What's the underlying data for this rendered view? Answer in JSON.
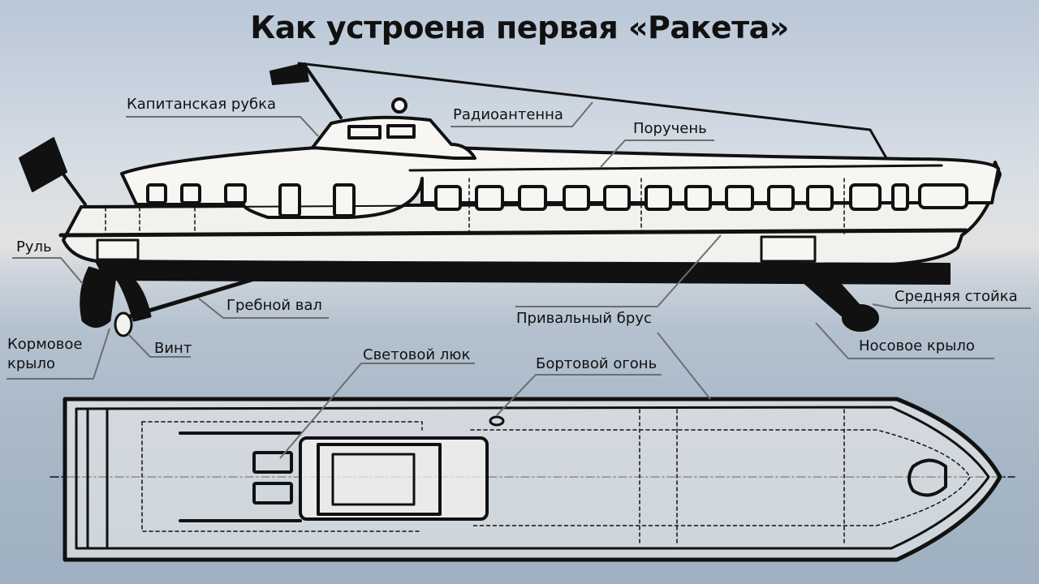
{
  "title": "Как устроена первая «Ракета»",
  "labels": {
    "wheelhouse": "Капитанская рубка",
    "antenna": "Радиоантенна",
    "handrail": "Поручень",
    "rudder": "Руль",
    "shaft": "Гребной вал",
    "rub_rail": "Привальный брус",
    "middle_strut": "Средняя стойка",
    "stern_wing_1": "Кормовое",
    "stern_wing_2": "крыло",
    "propeller": "Винт",
    "bow_wing": "Носовое крыло",
    "skylight": "Световой люк",
    "side_light": "Бортовой огонь"
  },
  "colors": {
    "ink": "#111111",
    "leader": "#6e6e6e",
    "hull_fill": "#f2f1ee"
  }
}
